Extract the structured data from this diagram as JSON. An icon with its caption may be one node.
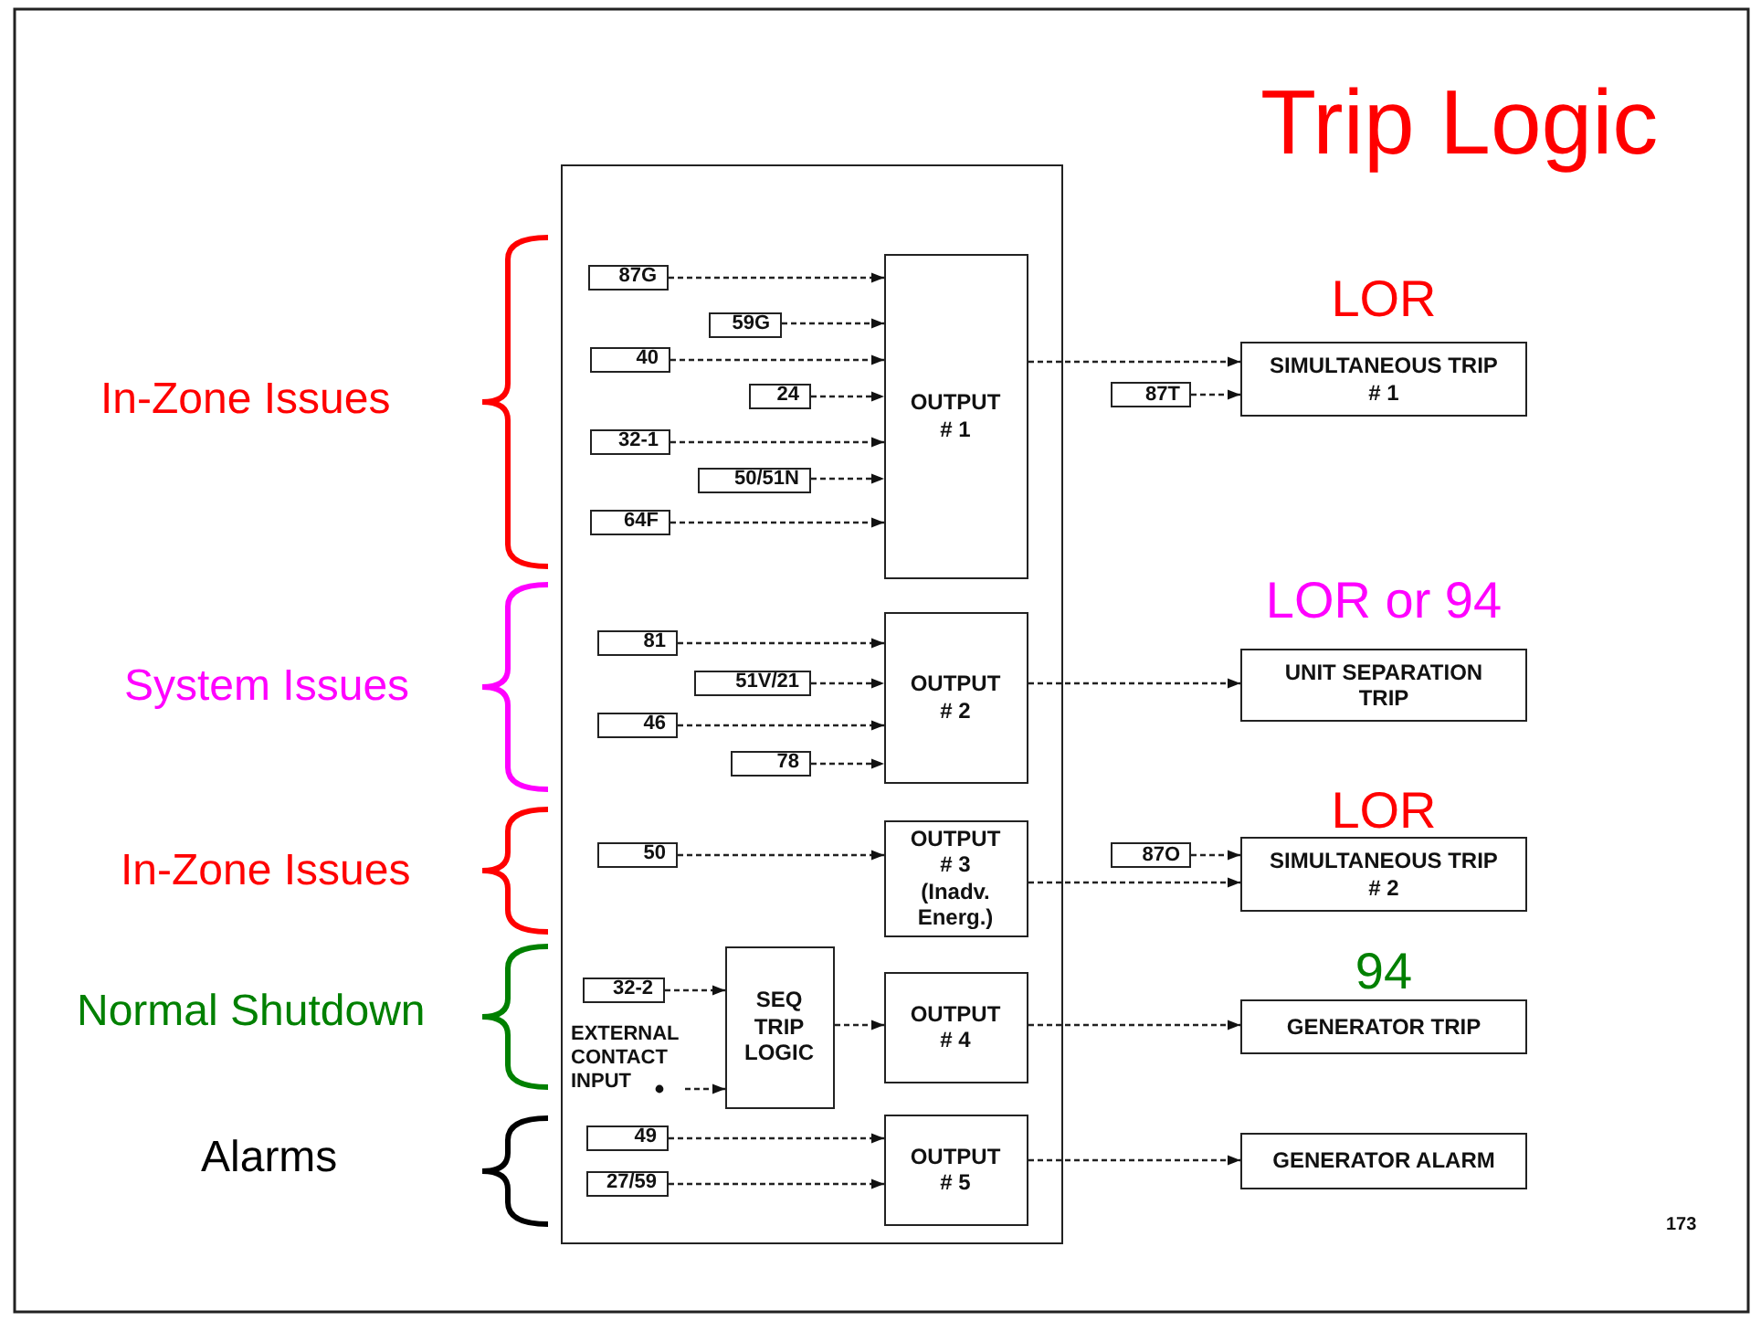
{
  "diagram": {
    "title": "Trip Logic",
    "nodes": [
      {
        "text": [],
        "shape": "box"
      },
      {
        "text": [
          "87G"
        ],
        "in": 0
      },
      {
        "text": [
          "59G"
        ],
        "in": 0
      },
      {
        "text": [
          "40"
        ],
        "in": 0
      },
      {
        "text": [
          "24"
        ],
        "in": 0
      },
      {
        "text": [
          "32-1"
        ],
        "in": 0
      },
      {
        "text": [
          "50/51N"
        ],
        "in": 0
      },
      {
        "text": [
          "64F"
        ],
        "in": 0
      },
      {
        "text": [
          "OUTPUT # 1"
        ],
        "in": 0
      },
      {
        "text": [
          "81"
        ],
        "in": 0
      },
      {
        "text": [
          "51V/21"
        ],
        "in": 0
      },
      {
        "text": [
          "46"
        ],
        "in": 0
      },
      {
        "text": [
          "78"
        ],
        "in": 0
      },
      {
        "text": [
          "OUTPUT # 2"
        ],
        "in": 0
      },
      {
        "text": [
          "50"
        ],
        "in": 0
      },
      {
        "text": [
          "OUTPUT # 3 (Inadv. Energ.)"
        ],
        "in": 0
      },
      {
        "text": [
          "32-2"
        ],
        "in": 0
      },
      {
        "text": [
          "EXTERNAL CONTACT INPUT"
        ],
        "in": 0
      },
      {
        "text": [
          "SEQ TRIP LOGIC"
        ],
        "in": 0
      },
      {
        "text": [
          "OUTPUT # 4"
        ],
        "in": 0
      },
      {
        "text": [
          "49"
        ],
        "in": 0
      },
      {
        "text": [
          "27/59"
        ],
        "in": 0
      },
      {
        "text": [
          "OUTPUT # 5"
        ],
        "in": 0
      },
      {
        "text": [
          "SIMULTANEOUS TRIP # 1"
        ],
        "beside": [
          "LOR"
        ]
      },
      {
        "text": [
          "87T"
        ]
      },
      {
        "text": [
          "UNIT SEPARATION TRIP"
        ],
        "beside": [
          "LOR or 94"
        ]
      },
      {
        "text": [
          "87O"
        ]
      },
      {
        "text": [
          "SIMULTANEOUS TRIP # 2"
        ],
        "beside": [
          "LOR"
        ]
      },
      {
        "text": [
          "GENERATOR TRIP"
        ],
        "beside": [
          "94"
        ]
      },
      {
        "text": [
          "GENERATOR ALARM"
        ]
      }
    ],
    "edges": [
      {
        "from": 1,
        "to": 8,
        "arrow": "to",
        "style": "dashed"
      },
      {
        "from": 2,
        "to": 8,
        "arrow": "to",
        "style": "dashed"
      },
      {
        "from": 3,
        "to": 8,
        "arrow": "to",
        "style": "dashed"
      },
      {
        "from": 4,
        "to": 8,
        "arrow": "to",
        "style": "dashed"
      },
      {
        "from": 5,
        "to": 8,
        "arrow": "to",
        "style": "dashed"
      },
      {
        "from": 6,
        "to": 8,
        "arrow": "to",
        "style": "dashed"
      },
      {
        "from": 7,
        "to": 8,
        "arrow": "to",
        "style": "dashed"
      },
      {
        "from": 9,
        "to": 13,
        "arrow": "to",
        "style": "dashed"
      },
      {
        "from": 10,
        "to": 13,
        "arrow": "to",
        "style": "dashed"
      },
      {
        "from": 11,
        "to": 13,
        "arrow": "to",
        "style": "dashed"
      },
      {
        "from": 12,
        "to": 13,
        "arrow": "to",
        "style": "dashed"
      },
      {
        "from": 14,
        "to": 15,
        "arrow": "to",
        "style": "dashed"
      },
      {
        "from": 16,
        "to": 18,
        "arrow": "to",
        "style": "dashed"
      },
      {
        "from": 17,
        "to": 18,
        "arrow": "to",
        "style": "dashed"
      },
      {
        "from": 18,
        "to": 19,
        "arrow": "to",
        "style": "dashed"
      },
      {
        "from": 20,
        "to": 22,
        "arrow": "to",
        "style": "dashed"
      },
      {
        "from": 21,
        "to": 22,
        "arrow": "to",
        "style": "dashed"
      },
      {
        "from": 8,
        "to": 23,
        "arrow": "to",
        "style": "dashed"
      },
      {
        "from": 24,
        "to": 23,
        "arrow": "to",
        "style": "dashed"
      },
      {
        "from": 13,
        "to": 25,
        "arrow": "to",
        "style": "dashed"
      },
      {
        "from": 26,
        "to": 27,
        "arrow": "to",
        "style": "dashed"
      },
      {
        "from": 15,
        "to": 27,
        "arrow": "to",
        "style": "dashed"
      },
      {
        "from": 19,
        "to": 28,
        "arrow": "to",
        "style": "dashed"
      },
      {
        "from": 22,
        "to": 29,
        "arrow": "to",
        "style": "dashed"
      }
    ],
    "labels": [
      "In-Zone Issues",
      "System Issues",
      "In-Zone Issues",
      "Normal Shutdown",
      "Alarms",
      "173"
    ]
  }
}
